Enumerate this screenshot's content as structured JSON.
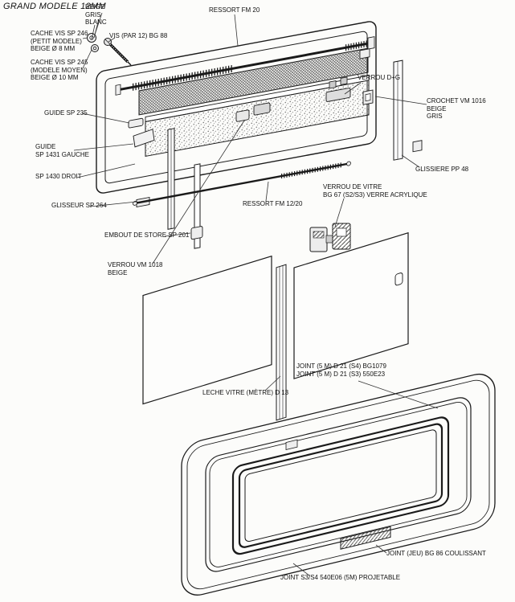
{
  "page": {
    "title": "GRAND MODELE 12MM",
    "background_color": "#fcfcfa",
    "ink_color": "#1a1a1a"
  },
  "labels": {
    "colors": "BEIGE\nGRIS\nBLANC",
    "cache_vis_sp246": "CACHE VIS SP 246\n(PETIT MODELE)\nBEIGE Ø 8 MM",
    "vis_bg88": "VIS (PAR 12) BG 88",
    "ressort_fm20": "RESSORT FM 20",
    "cache_vis_sp245": "CACHE VIS SP 245\n(MODELE MOYEN)\nBEIGE Ø 10 MM",
    "verrou_dg": "VERROU D+G",
    "crochet_vm1016": "CROCHET VM 1016\nBEIGE\nGRIS",
    "guide_sp235": "GUIDE SP 235",
    "guide_sp1431": "GUIDE\nSP 1431 GAUCHE",
    "sp1430": "SP 1430 DROIT",
    "glissiere_pp48": "GLISSIERE PP 48",
    "glisseur_sp264": "GLISSEUR SP 264",
    "ressort_fm1220": "RESSORT FM 12/20",
    "verrou_de_vitre": "VERROU DE VITRE\nBG 67 (S2/S3) VERRE ACRYLIQUE",
    "embout_sp201": "EMBOUT DE STORE SP 201",
    "verrou_vm1018": "VERROU VM 1018\nBEIGE",
    "leche_vitre": "LECHE VITRE (MÈTRE) D 13",
    "joint_d21": "JOINT (5 M) D 21 (S4) BG1079\nJOINT (5 M) D 21 (S3) 550E23",
    "joint_bg86": "JOINT (JEU) BG 86 COULISSANT",
    "joint_s3s4": "JOINT S3/S4 540E06 (5M) PROJETABLE"
  }
}
